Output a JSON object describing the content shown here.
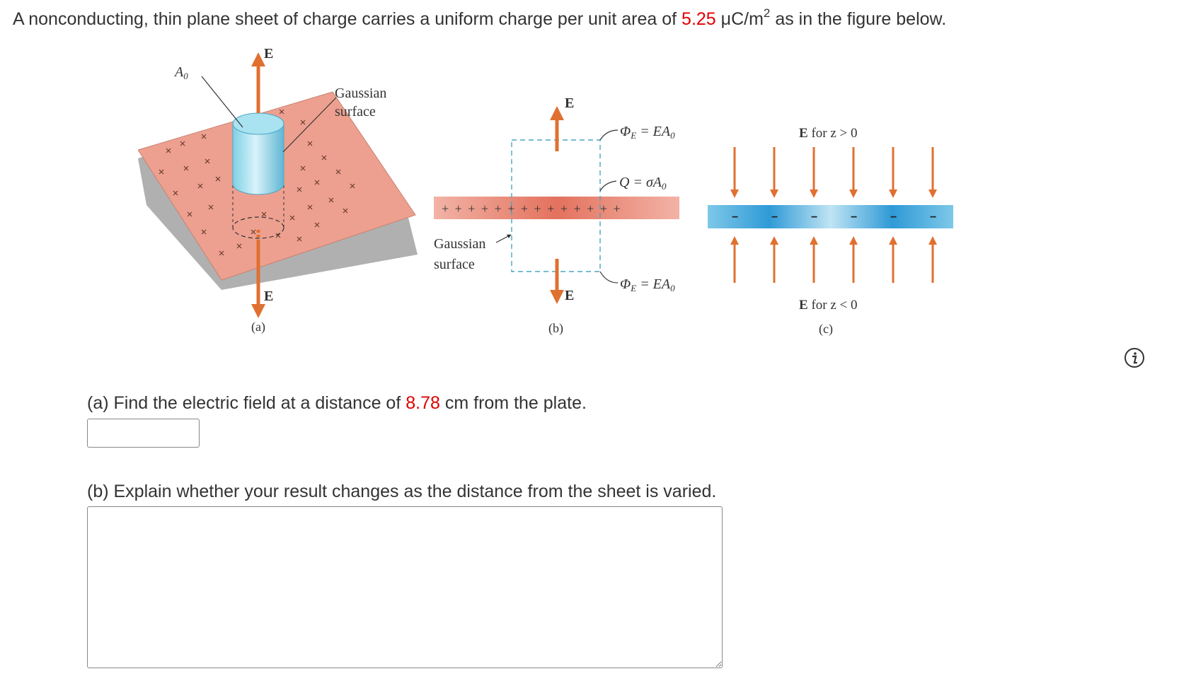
{
  "intro": {
    "before": "A nonconducting, thin plane sheet of charge carries a uniform charge per unit area of ",
    "value": "5.25",
    "unit": " μC/m",
    "unit_sup": "2",
    "after": " as in the figure below."
  },
  "figure": {
    "a": {
      "label_A0": "A",
      "label_A0_sub": "0",
      "label_E_top": "E",
      "label_E_bottom": "E",
      "label_gaussian": "Gaussian",
      "label_surface": "surface",
      "caption": "(a)"
    },
    "b": {
      "label_E_top": "E",
      "label_E_bottom": "E",
      "flux_top": "Φ",
      "flux_top_sub": "E",
      "flux_top_rhs": " = EA",
      "flux_top_rhs_sub": "0",
      "charge_lhs": "Q = σA",
      "charge_sub": "0",
      "flux_bottom": "Φ",
      "flux_bottom_sub": "E",
      "flux_bottom_rhs": " = EA",
      "flux_bottom_rhs_sub": "0",
      "charges": "+ + + + + + + + + + + + + +",
      "label_gaussian": "Gaussian",
      "label_surface": "surface",
      "caption": "(b)"
    },
    "c": {
      "label_top_E": "E",
      "label_top_rest": " for z > 0",
      "label_bottom_E": "E",
      "label_bottom_rest": " for z < 0",
      "minus": "−",
      "caption": "(c)"
    }
  },
  "info_icon": "info-icon",
  "part_a": {
    "before": "(a) Find the electric field at a distance of ",
    "value": "8.78",
    "after": " cm from the plate.",
    "answer_value": ""
  },
  "part_b": {
    "text": "(b) Explain whether your result changes as the distance from the sheet is varied.",
    "answer_value": ""
  },
  "colors": {
    "given_value": "#e00000",
    "sheet_fill": "#e8968a",
    "arrow": "#e07030",
    "cylinder": "#7fd0e6",
    "plate_c": "#7ec8e8"
  }
}
